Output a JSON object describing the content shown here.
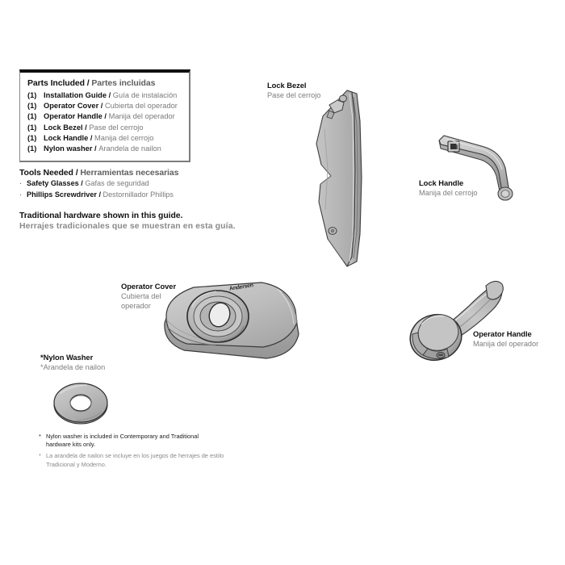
{
  "parts_box": {
    "title_en": "Parts Included",
    "title_sep": " / ",
    "title_es": "Partes incluidas",
    "items": [
      {
        "qty": "(1)",
        "en": "Installation Guide",
        "es": "Guía de instalación"
      },
      {
        "qty": "(1)",
        "en": "Operator Cover",
        "es": "Cubierta del operador"
      },
      {
        "qty": "(1)",
        "en": "Operator Handle",
        "es": "Manija del operador"
      },
      {
        "qty": "(1)",
        "en": "Lock Bezel",
        "es": "Pase del cerrojo"
      },
      {
        "qty": "(1)",
        "en": "Lock Handle",
        "es": "Manija del cerrojo"
      },
      {
        "qty": "(1)",
        "en": "Nylon washer",
        "es": "Arandela de nailon"
      }
    ]
  },
  "tools": {
    "title_en": "Tools Needed",
    "title_sep": " / ",
    "title_es": "Herramientas necesarias",
    "items": [
      {
        "bullet": "·",
        "en": "Safety Glasses",
        "es": "Gafas de seguridad"
      },
      {
        "bullet": "·",
        "en": "Phillips Screwdriver",
        "es": "Destornillador Phillips"
      }
    ]
  },
  "traditional_note": {
    "en": "Traditional hardware shown in this guide.",
    "es": "Herrajes tradicionales que se muestran en esta guía."
  },
  "footnotes": [
    {
      "star": "*",
      "text": "Nylon washer is included in Contemporary and Traditional hardware kits only.",
      "lang": "en"
    },
    {
      "star": "*",
      "text": "La arandela de nailon se incluye en los juegos de herrajes de estilo Tradicional y Moderno.",
      "lang": "es"
    }
  ],
  "callouts": {
    "lock_bezel": {
      "en": "Lock Bezel",
      "es": "Pase del cerrojo"
    },
    "lock_handle": {
      "en": "Lock Handle",
      "es": "Manija del cerrojo"
    },
    "operator_cover": {
      "en": "Operator Cover",
      "es_line1": "Cubierta del",
      "es_line2": "operador"
    },
    "operator_handle": {
      "en": "Operator Handle",
      "es": "Manija del operador"
    },
    "nylon_washer": {
      "en": "*Nylon Washer",
      "es": "*Arandela de nailon"
    }
  },
  "colors": {
    "background": "#ffffff",
    "text_primary": "#111111",
    "text_secondary": "#7d7d7d",
    "box_border_top": "#101010",
    "box_border": "#7d7d7d",
    "part_fill": "#b9b9b9",
    "part_fill_light": "#d2d2d2",
    "part_fill_dark": "#9a9a9a",
    "part_outline": "#3a3a3a"
  },
  "artwork": {
    "lock_bezel_name": "lock-bezel-drawing",
    "lock_handle_name": "lock-handle-drawing",
    "operator_cover_name": "operator-cover-drawing",
    "operator_handle_name": "operator-handle-drawing",
    "nylon_washer_name": "nylon-washer-drawing"
  }
}
